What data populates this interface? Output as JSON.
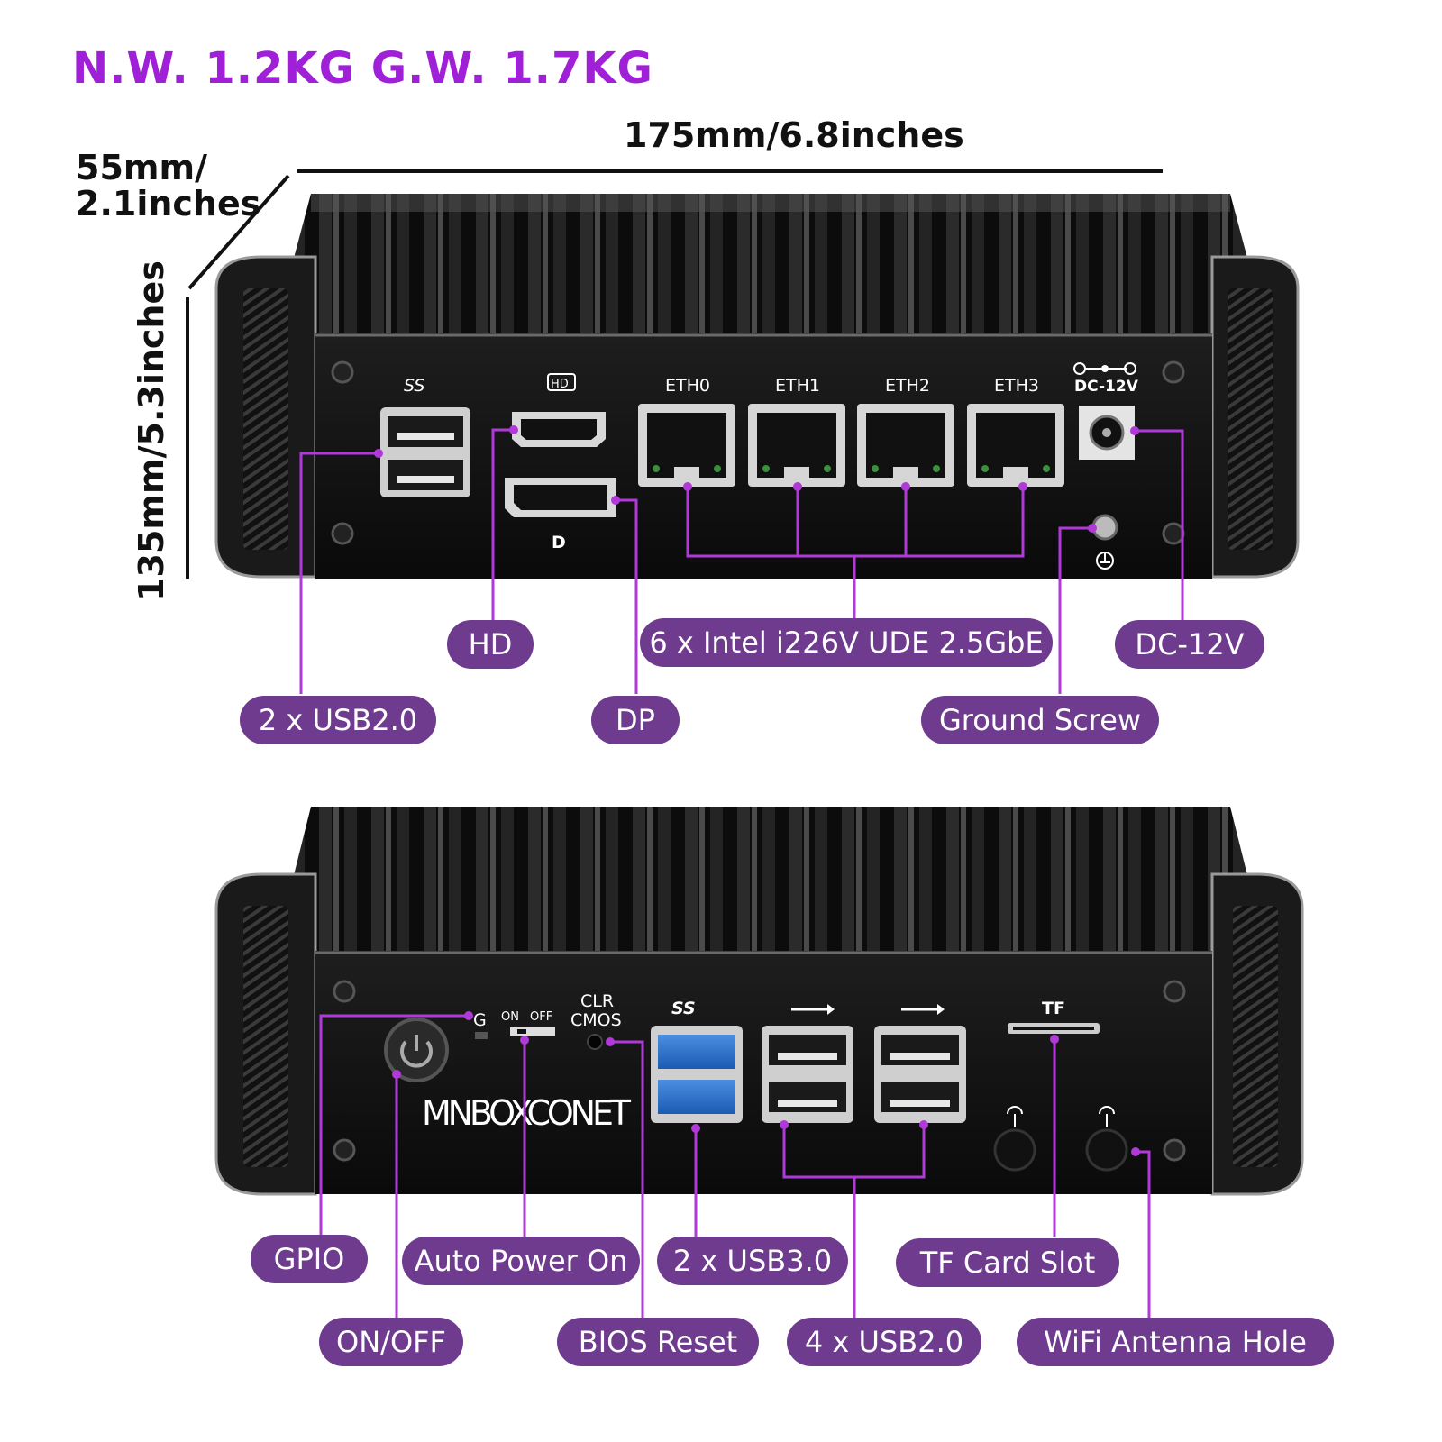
{
  "header": {
    "weight": "N.W. 1.2KG G.W. 1.7KG"
  },
  "dimensions": {
    "width": "175mm/6.8inches",
    "depth_line1": "55mm/",
    "depth_line2": "2.1inches",
    "height": "135mm/5.3inches"
  },
  "front_panel": {
    "port_labels": {
      "usb_ss": "SS",
      "hd": "HD",
      "eth0": "ETH0",
      "eth1": "ETH1",
      "eth2": "ETH2",
      "eth3": "ETH3",
      "dc": "DC-12V",
      "dp": "D"
    },
    "callouts": {
      "hd": "HD",
      "ethernet": "6 x Intel i226V UDE 2.5GbE",
      "dc": "DC-12V",
      "usb2": "2 x USB2.0",
      "dp": "DP",
      "ground": "Ground Screw"
    }
  },
  "back_panel": {
    "port_labels": {
      "g": "G",
      "on": "ON",
      "off": "OFF",
      "clr": "CLR",
      "cmos": "CMOS",
      "ss": "SS",
      "tf": "TF",
      "brand": "MNBOXCONET"
    },
    "callouts": {
      "gpio": "GPIO",
      "auto_power": "Auto Power On",
      "usb3": "2 x USB3.0",
      "tf_slot": "TF Card Slot",
      "onoff": "ON/OFF",
      "bios": "BIOS Reset",
      "usb2": "4 x USB2.0",
      "wifi": "WiFi Antenna Hole"
    }
  },
  "colors": {
    "title": "#a020d8",
    "pill": "#6e3b8f",
    "leader": "#b03ad8",
    "body": "#141414"
  }
}
